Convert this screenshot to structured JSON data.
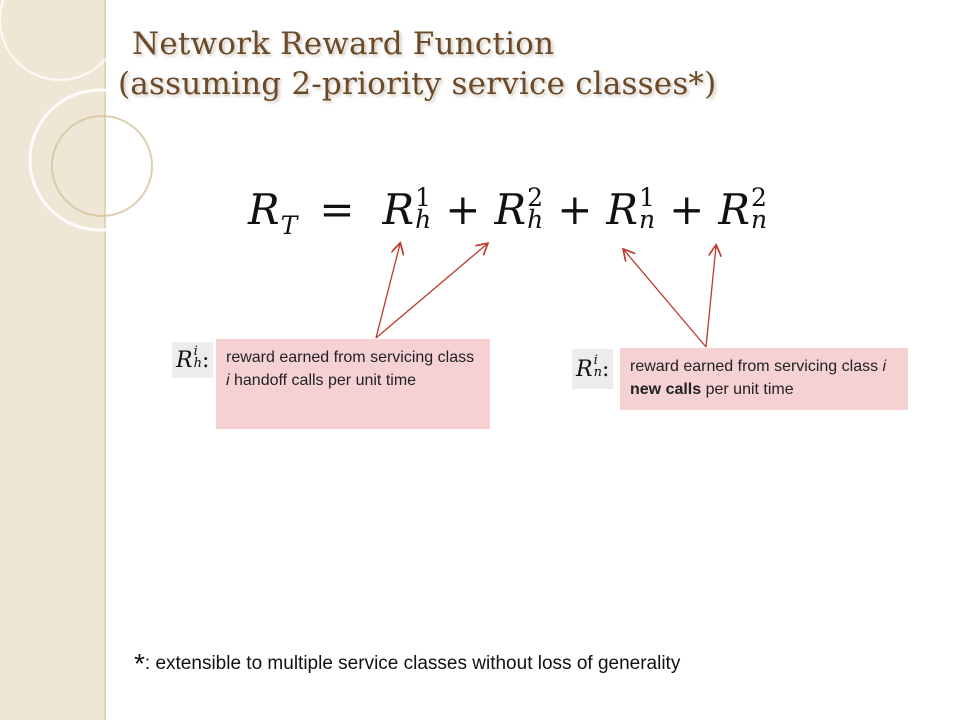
{
  "slide": {
    "title_line1": "Network Reward Function",
    "title_line2": "(assuming 2-priority service classes*)"
  },
  "equation": {
    "lhs_base": "R",
    "lhs_sub": "T",
    "equals": "=",
    "plus": "+",
    "terms": [
      {
        "base": "R",
        "sup": "1",
        "sub": "h"
      },
      {
        "base": "R",
        "sup": "2",
        "sub": "h"
      },
      {
        "base": "R",
        "sup": "1",
        "sub": "n"
      },
      {
        "base": "R",
        "sup": "2",
        "sub": "n"
      }
    ]
  },
  "legend_handoff": {
    "base": "R",
    "sup": "i",
    "sub": "h",
    "colon": ":",
    "text_a": "reward earned from servicing class ",
    "text_i": "i",
    "text_b": " handoff calls per unit time"
  },
  "legend_new": {
    "base": "R",
    "sup": "i",
    "sub": "n",
    "colon": ":",
    "text_a": "reward earned from servicing class ",
    "text_i": "i",
    "text_bold": " new calls",
    "text_b": " per unit time"
  },
  "footnote": {
    "star": "*",
    "text": ": extensible to multiple service classes without loss of generality"
  },
  "colors": {
    "title": "#6a4a2a",
    "sidebar": "#efe7d6",
    "box_fill": "#f5d1d3",
    "arrow": "#c0392b"
  }
}
